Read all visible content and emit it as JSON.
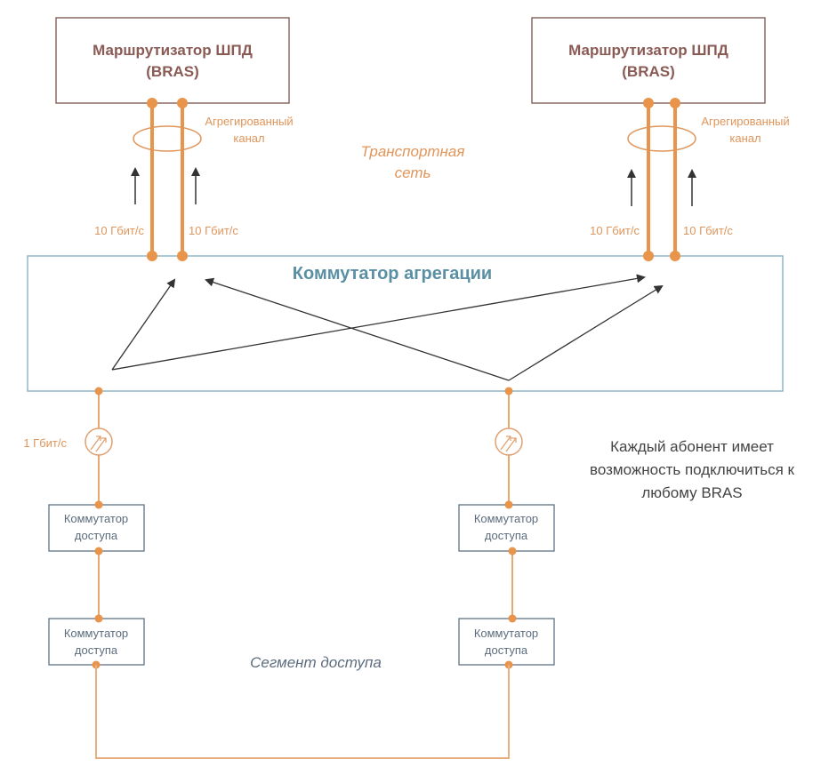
{
  "colors": {
    "background": "#ffffff",
    "bras_border": "#8a6a66",
    "bras_text": "#8a5a55",
    "orange_link": "#e8944a",
    "orange_text": "#e0955a",
    "agg_border": "#8fb8c8",
    "agg_text": "#5b8fa3",
    "access_border": "#5f7384",
    "access_text": "#5c6c7d",
    "arrow": "#333333",
    "note_text": "#444444"
  },
  "bras_left": {
    "line1": "Маршрутизатор ШПД",
    "line2": "(BRAS)"
  },
  "bras_right": {
    "line1": "Маршрутизатор ШПД",
    "line2": "(BRAS)"
  },
  "aggregated_left": {
    "line1": "Агрегированный",
    "line2": "канал"
  },
  "aggregated_right": {
    "line1": "Агрегированный",
    "line2": "канал"
  },
  "transport": {
    "line1": "Транспортная",
    "line2": "сеть"
  },
  "links": {
    "left_a": "10 Гбит/с",
    "left_b": "10 Гбит/с",
    "right_a": "10 Гбит/с",
    "right_b": "10 Гбит/с",
    "access_uplink": "1 Гбит/с"
  },
  "aggregation_switch": {
    "label": "Коммутатор агрегации"
  },
  "access_switches": [
    {
      "line1": "Коммутатор",
      "line2": "доступа"
    },
    {
      "line1": "Коммутатор",
      "line2": "доступа"
    },
    {
      "line1": "Коммутатор",
      "line2": "доступа"
    },
    {
      "line1": "Коммутатор",
      "line2": "доступа"
    }
  ],
  "access_segment": {
    "label": "Сегмент доступа"
  },
  "note": {
    "line1": "Каждый абонент имеет",
    "line2": "возможность подключиться к",
    "line3": "любому BRAS"
  }
}
